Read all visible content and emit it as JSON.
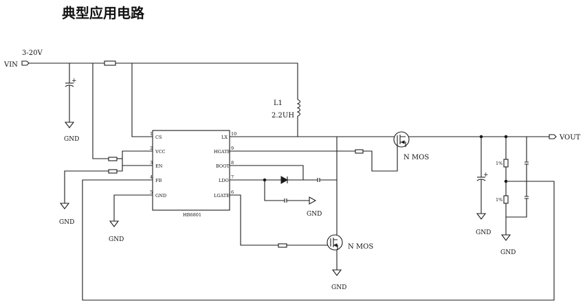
{
  "title": "典型应用电路",
  "input": {
    "name": "VIN",
    "range": "3-20V"
  },
  "output": {
    "name": "VOUT"
  },
  "inductor": {
    "ref": "L1",
    "value": "2.2UH"
  },
  "ic": {
    "part": "HB6801",
    "left_pins": [
      {
        "num": "1",
        "name": "CS"
      },
      {
        "num": "2",
        "name": "VCC"
      },
      {
        "num": "3",
        "name": "EN"
      },
      {
        "num": "4",
        "name": "FB"
      },
      {
        "num": "5",
        "name": "GND"
      }
    ],
    "right_pins": [
      {
        "num": "10",
        "name": "LX"
      },
      {
        "num": "9",
        "name": "HGATE"
      },
      {
        "num": "8",
        "name": "BOOT"
      },
      {
        "num": "7",
        "name": "LDO"
      },
      {
        "num": "6",
        "name": "LGATE"
      }
    ]
  },
  "mosfets": {
    "high_side": "N MOS",
    "low_side": "N MOS"
  },
  "feedback_resistors": {
    "top": "1%",
    "bottom": "1%"
  },
  "ground_label": "GND"
}
